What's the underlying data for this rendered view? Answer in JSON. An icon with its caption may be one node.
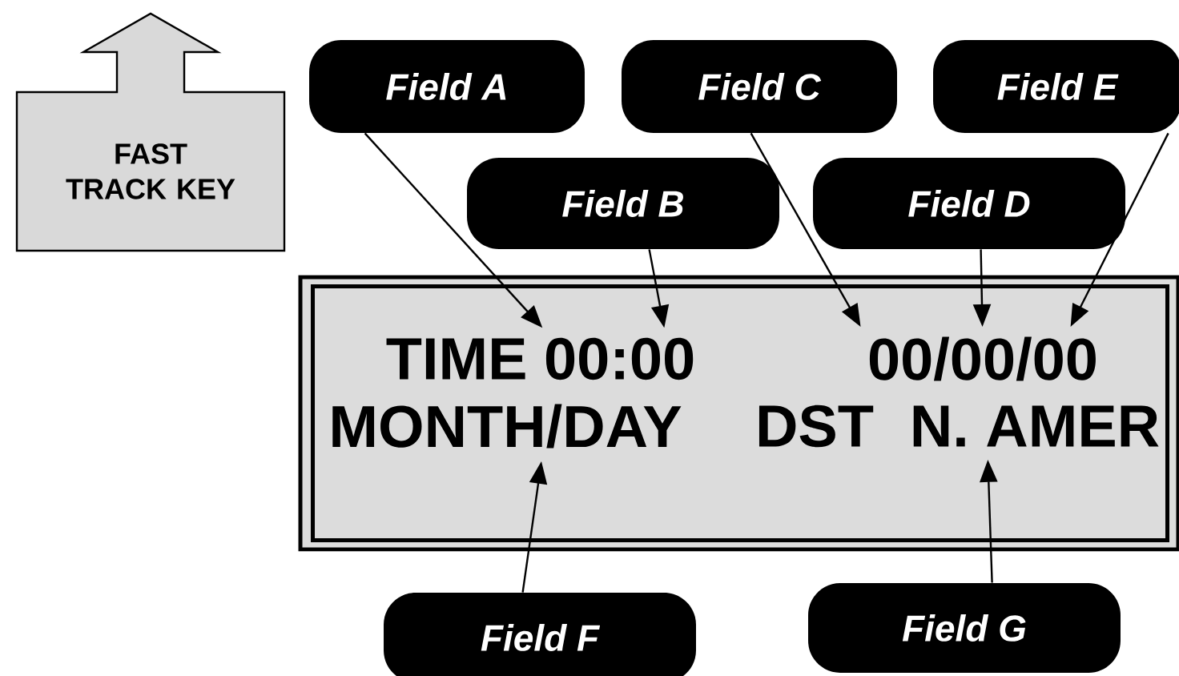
{
  "diagram": {
    "nodes": [
      {
        "text": [
          "FAST TRACK KEY"
        ]
      },
      {
        "text": [
          "Field A"
        ]
      },
      {
        "text": [
          "Field C"
        ]
      },
      {
        "text": [
          "Field E"
        ]
      },
      {
        "text": [
          "Field B"
        ]
      },
      {
        "text": [
          "Field D"
        ]
      },
      {
        "text": [],
        "shape": "box"
      },
      {
        "text": [
          "TIME 00:00"
        ],
        "in": 6
      },
      {
        "text": [
          "00/00/00"
        ],
        "in": 6
      },
      {
        "text": [
          "MONTH/DAY"
        ],
        "in": 6
      },
      {
        "text": [
          "DST"
        ],
        "in": 6
      },
      {
        "text": [
          "N. AMER"
        ],
        "in": 6
      },
      {
        "text": [
          "Field F"
        ]
      },
      {
        "text": [
          "Field G"
        ]
      }
    ],
    "edges": [
      {
        "from": 1,
        "to": 7,
        "arrow": "to"
      },
      {
        "from": 4,
        "to": 7,
        "arrow": "to"
      },
      {
        "from": 2,
        "to": 8,
        "arrow": "to"
      },
      {
        "from": 5,
        "to": 8,
        "arrow": "to"
      },
      {
        "from": 3,
        "to": 8,
        "arrow": "to"
      },
      {
        "from": 12,
        "to": 9,
        "arrow": "to"
      },
      {
        "from": 13,
        "to": 11,
        "arrow": "to"
      }
    ]
  }
}
